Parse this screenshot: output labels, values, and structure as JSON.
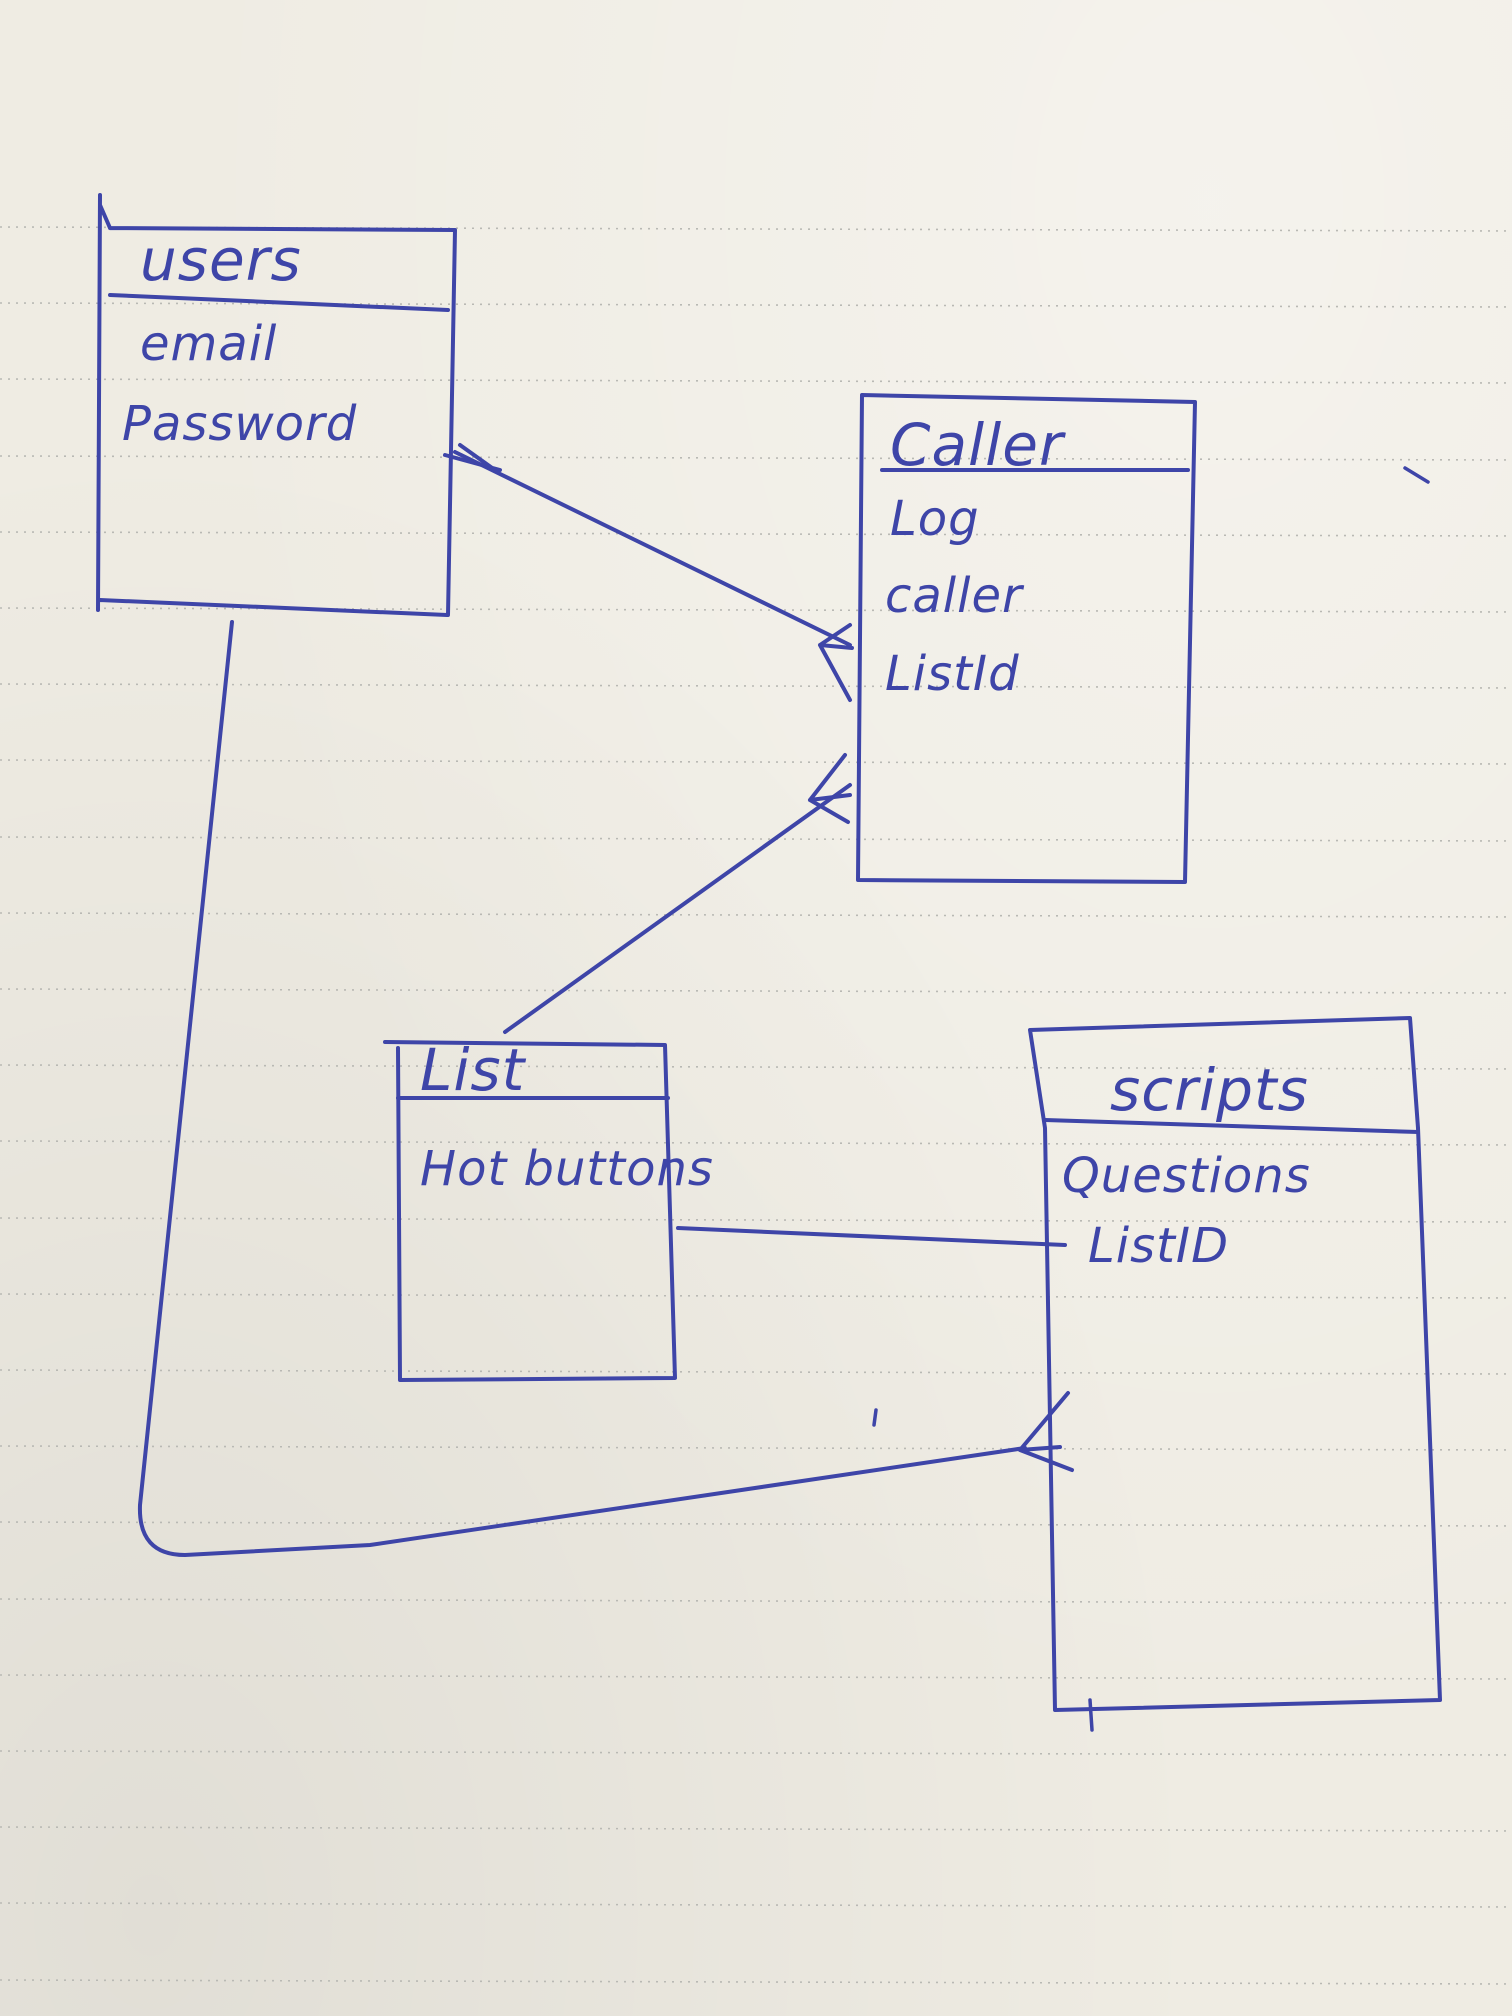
{
  "entities": {
    "users": {
      "title": "users",
      "fields": [
        "email",
        "Password"
      ]
    },
    "caller": {
      "title": "Caller",
      "fields": [
        "Log",
        "caller",
        "ListId"
      ]
    },
    "list": {
      "title": "List",
      "fields": [
        "Hot buttons"
      ]
    },
    "scripts": {
      "title": "scripts",
      "fields": [
        "Questions",
        "ListID"
      ]
    }
  },
  "ink_color": "#3e45a8",
  "paper_color": "#efece3"
}
